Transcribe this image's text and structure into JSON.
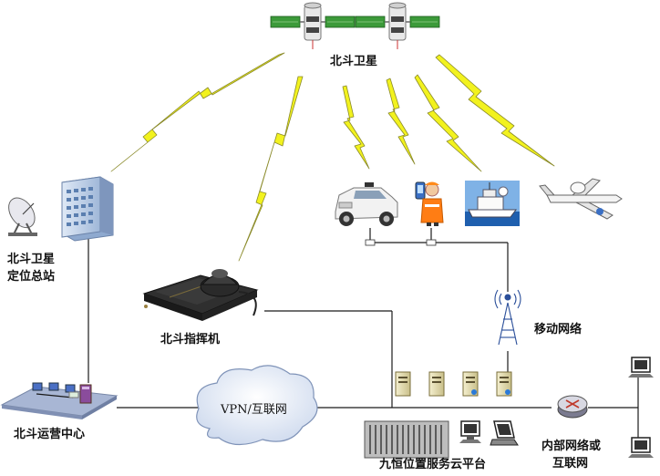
{
  "labels": {
    "satellites": "北斗卫星",
    "ground_station_line1": "北斗卫星",
    "ground_station_line2": "定位总站",
    "commander": "北斗指挥机",
    "operation_center": "北斗运营中心",
    "vpn_internet": "VPN/互联网",
    "mobile_network": "移动网络",
    "cloud_platform": "九恒位置服务云平台",
    "internal_network_line1": "内部网络或",
    "internal_network_line2": "互联网"
  },
  "colors": {
    "lightning": "#f2f21e",
    "lightning_stroke": "#8a8a2a",
    "link_line": "#1a1a1a",
    "cloud": "#e6ecf6",
    "cloud_stroke": "#7f93b8",
    "building": "#b9cde6"
  },
  "icons": [
    "satellite-icon",
    "satellite-dish-icon",
    "office-building-icon",
    "suv-car-icon",
    "mobile-user-icon",
    "ship-icon",
    "airplane-icon",
    "beidou-commander-device-icon",
    "operations-center-icon",
    "cloud-icon",
    "cell-tower-icon",
    "server-icon",
    "server-rack-icon",
    "computer-terminal-icon",
    "router-icon"
  ]
}
